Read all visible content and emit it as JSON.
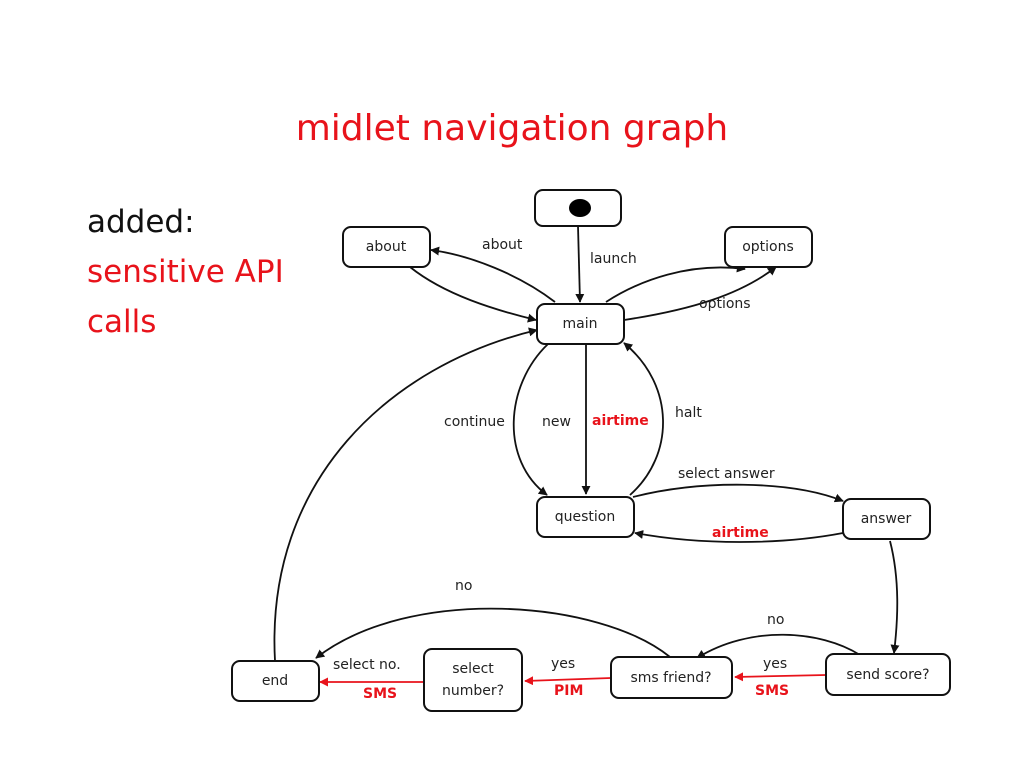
{
  "title": "midlet navigation graph",
  "note": {
    "line1": "added:",
    "line2": "sensitive API",
    "line3": "calls"
  },
  "colors": {
    "accent": "#e8131b",
    "stroke": "#111111"
  },
  "nodes": {
    "start": "",
    "about": "about",
    "options": "options",
    "main": "main",
    "question": "question",
    "answer": "answer",
    "end": "end",
    "select_number_1": "select",
    "select_number_2": "number?",
    "sms_friend": "sms friend?",
    "send_score": "send score?"
  },
  "edges": {
    "about": "about",
    "launch": "launch",
    "options": "options",
    "continue": "continue",
    "new": "new",
    "airtime_main": "airtime",
    "halt": "halt",
    "select_answer": "select answer",
    "airtime_answer": "airtime",
    "no_top": "no",
    "no_send": "no",
    "select_no": "select no.",
    "sms_1": "SMS",
    "yes_1": "yes",
    "pim": "PIM",
    "yes_2": "yes",
    "sms_2": "SMS"
  }
}
